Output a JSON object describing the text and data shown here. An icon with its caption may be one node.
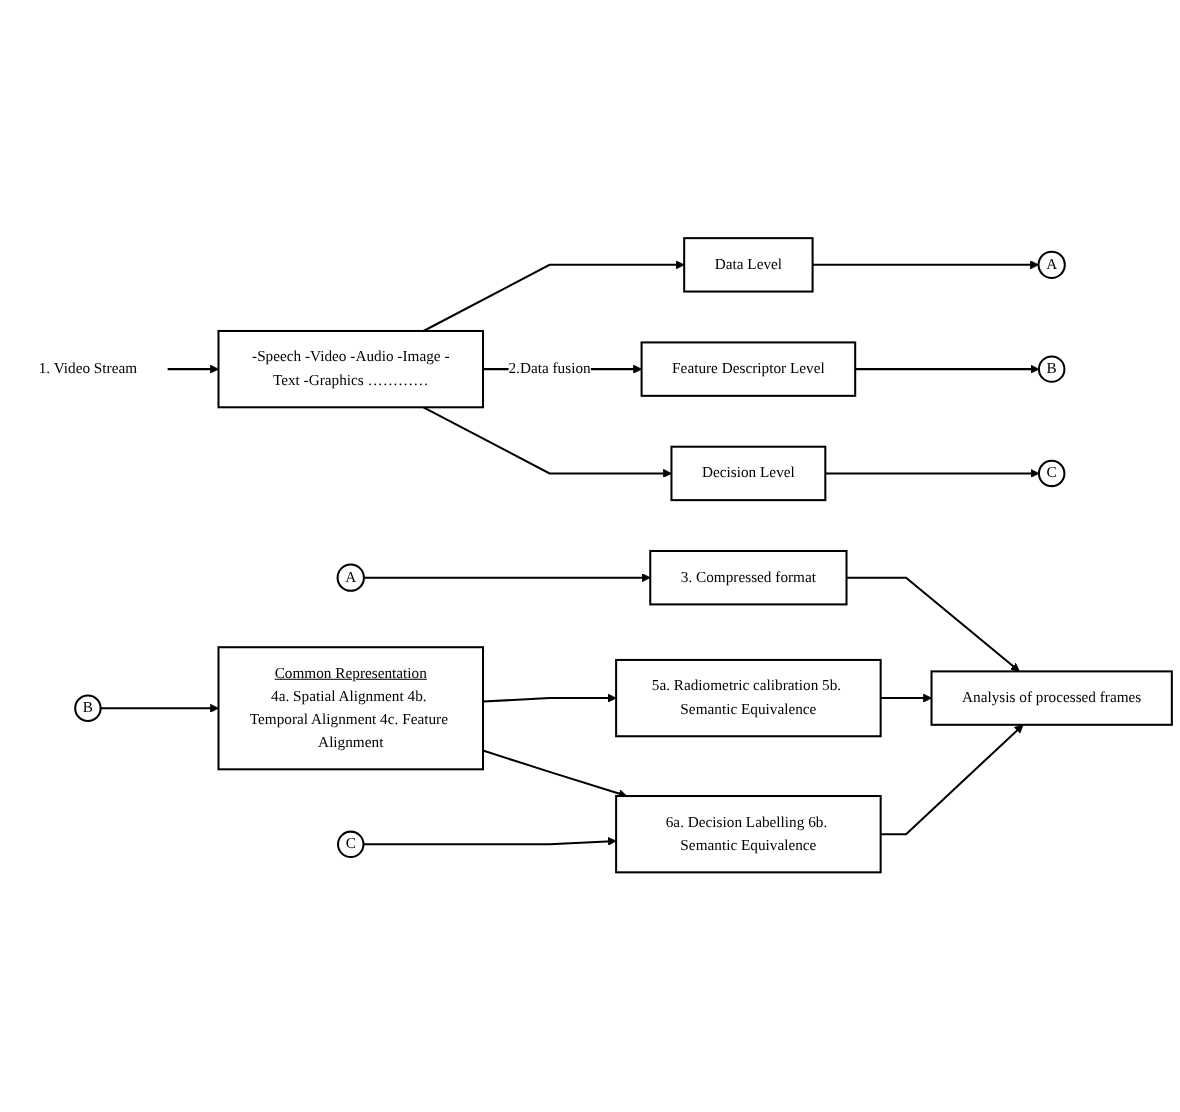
{
  "diagram": {
    "nodes": [
      {
        "text": [
          "1. Video Stream"
        ]
      },
      {
        "text": [
          "-Speech -Video -Audio -Image -Text -Graphics …………"
        ]
      },
      {
        "text": [
          "Data Level"
        ]
      },
      {
        "text": [
          "Feature Descriptor Level"
        ]
      },
      {
        "text": [
          "Decision Level"
        ]
      },
      {
        "text": [
          "A"
        ]
      },
      {
        "text": [
          "B"
        ]
      },
      {
        "text": [
          "C"
        ]
      },
      {
        "text": [
          "A"
        ]
      },
      {
        "text": [
          "3. Compressed format"
        ]
      },
      {
        "text": [
          "B"
        ]
      },
      {
        "text": [
          "Common Representation",
          "4a. Spatial Alignment 4b. Temporal Alignment 4c. Feature Alignment"
        ]
      },
      {
        "text": [
          "5a. Radiometric calibration 5b. Semantic Equivalence"
        ]
      },
      {
        "text": [
          "C"
        ]
      },
      {
        "text": [
          "6a. Decision Labelling 6b. Semantic Equivalence"
        ]
      },
      {
        "text": [
          "Analysis of processed frames"
        ]
      }
    ],
    "edges": [
      {
        "from": 0,
        "to": 1,
        "arrow": "to"
      },
      {
        "from": 1,
        "to": 2,
        "arrow": "to"
      },
      {
        "from": 1,
        "to": 3,
        "label": "2.Data fusion",
        "arrow": "to"
      },
      {
        "from": 1,
        "to": 4,
        "arrow": "to"
      },
      {
        "from": 2,
        "to": 5,
        "arrow": "to"
      },
      {
        "from": 3,
        "to": 6,
        "arrow": "to"
      },
      {
        "from": 4,
        "to": 7,
        "arrow": "to"
      },
      {
        "from": 8,
        "to": 9,
        "arrow": "to"
      },
      {
        "from": 9,
        "to": 15,
        "arrow": "to"
      },
      {
        "from": 10,
        "to": 11,
        "arrow": "to"
      },
      {
        "from": 11,
        "to": 12,
        "arrow": "to"
      },
      {
        "from": 11,
        "to": 14,
        "arrow": "to"
      },
      {
        "from": 13,
        "to": 14,
        "arrow": "to"
      },
      {
        "from": 12,
        "to": 15,
        "arrow": "to"
      },
      {
        "from": 14,
        "to": 15,
        "arrow": "to"
      }
    ]
  }
}
